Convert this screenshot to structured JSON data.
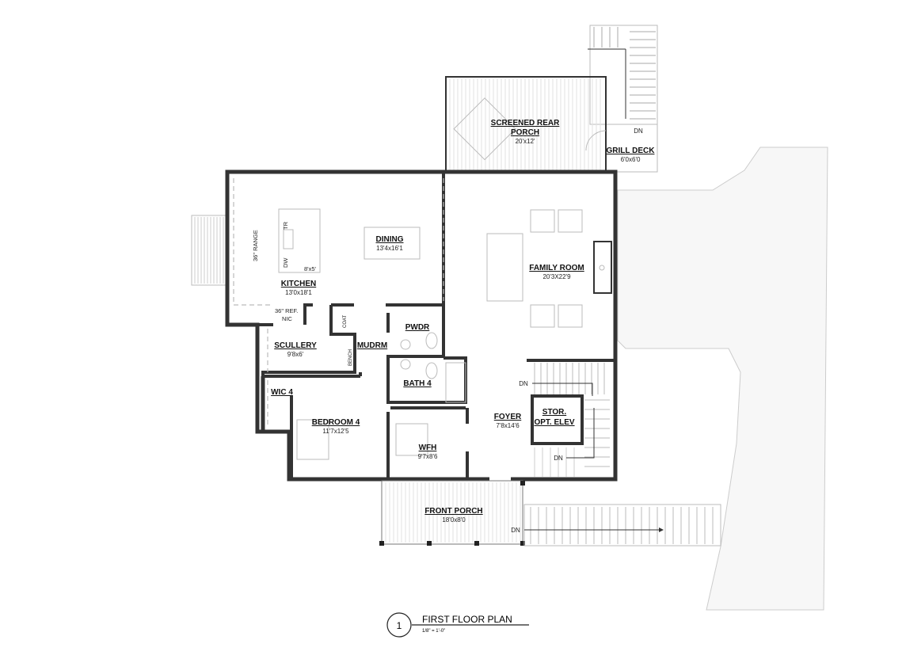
{
  "plan": {
    "title": "FIRST FLOOR PLAN",
    "scale": "1/8\" = 1'-0\"",
    "drawing_number": "1",
    "rooms": [
      {
        "name": "SCREENED REAR",
        "name2": "PORCH",
        "size": "20'x12'"
      },
      {
        "name": "GRILL DECK",
        "size": "6'0x6'0"
      },
      {
        "name": "DINING",
        "size": "13'4x16'1"
      },
      {
        "name": "FAMILY ROOM",
        "size": "20'3X22'9"
      },
      {
        "name": "KITCHEN",
        "size": "13'0x18'1"
      },
      {
        "name": "SCULLERY",
        "size": "9'8x6'"
      },
      {
        "name": "MUDRM"
      },
      {
        "name": "PWDR"
      },
      {
        "name": "BATH 4"
      },
      {
        "name": "WIC 4"
      },
      {
        "name": "BEDROOM 4",
        "size": "11'7x12'5"
      },
      {
        "name": "WFH",
        "size": "9'7x8'6"
      },
      {
        "name": "FOYER",
        "size": "7'8x14'6"
      },
      {
        "name": "STOR.",
        "name2": "OPT. ELEV"
      },
      {
        "name": "FRONT PORCH",
        "size": "18'0x8'0"
      }
    ],
    "notes": {
      "range": "36\" RANGE",
      "ref": "36\" REF.",
      "ref2": "NIC",
      "tr": "TR",
      "dw": "DW",
      "island": "8'x5'",
      "coat": "COAT",
      "bench": "BENCH",
      "dn": "DN"
    }
  }
}
